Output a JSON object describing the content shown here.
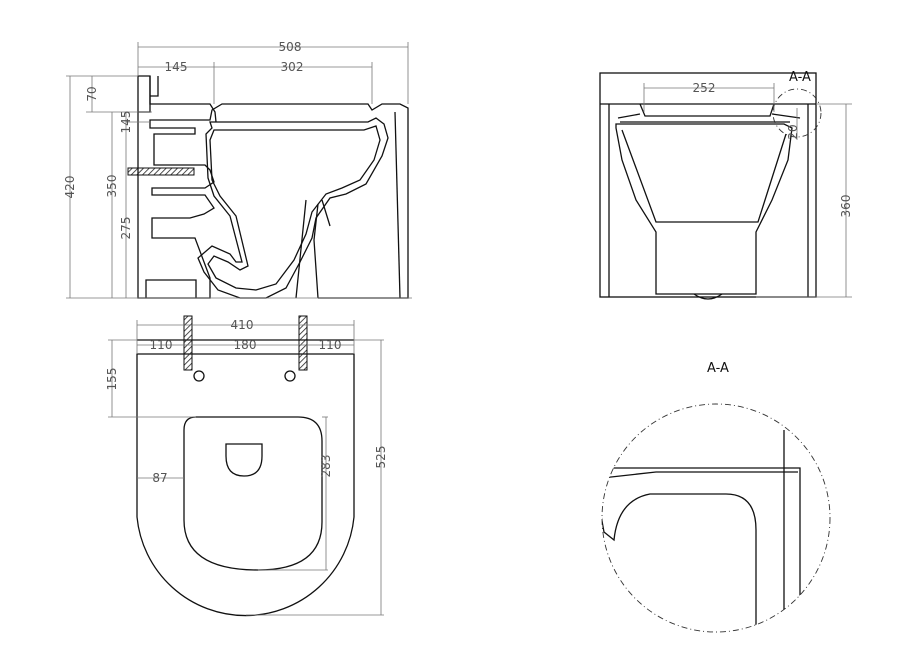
{
  "side_view": {
    "dims": {
      "overall_depth": "508",
      "rear_offset": "145",
      "opening": "302",
      "top_offset": "70",
      "height_total": "420",
      "height_mid": "350",
      "height_low": "275",
      "rim_offset": "145"
    }
  },
  "front_view": {
    "section_marker": "A-A",
    "dims": {
      "bowl_width": "252",
      "height": "360",
      "rim_thickness": "20"
    }
  },
  "plan_view": {
    "dims": {
      "overall_width": "410",
      "left": "110",
      "center": "180",
      "right": "110",
      "fixing_depth": "155",
      "seat_offset": "87",
      "seat_length": "283",
      "overall_length": "525"
    }
  },
  "detail_view": {
    "title": "A-A"
  }
}
